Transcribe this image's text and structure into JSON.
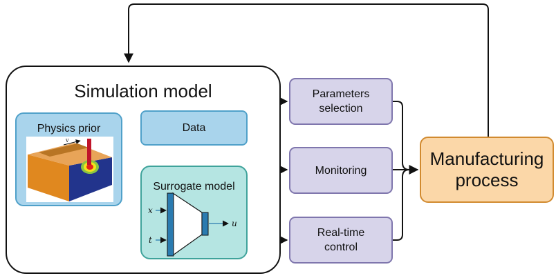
{
  "simulation_model": {
    "title": "Simulation model"
  },
  "physics_prior": {
    "label": "Physics prior",
    "arrow_symbol": "v"
  },
  "data_block": {
    "label": "Data"
  },
  "surrogate_model": {
    "label": "Surrogate model",
    "input_x": "x",
    "input_t": "t",
    "output_u": "u"
  },
  "outputs": [
    {
      "line1": "Parameters",
      "line2": "selection"
    },
    {
      "line1": "Monitoring",
      "line2": ""
    },
    {
      "line1": "Real-time",
      "line2": "control"
    }
  ],
  "manufacturing": {
    "line1": "Manufacturing",
    "line2": "process"
  },
  "colors": {
    "blue_fill": "#a9d4ec",
    "teal_fill": "#b5e5e2",
    "purple_fill": "#d7d4ea",
    "orange_fill": "#fbd7a8",
    "nn_layer": "#2a7bb0"
  }
}
